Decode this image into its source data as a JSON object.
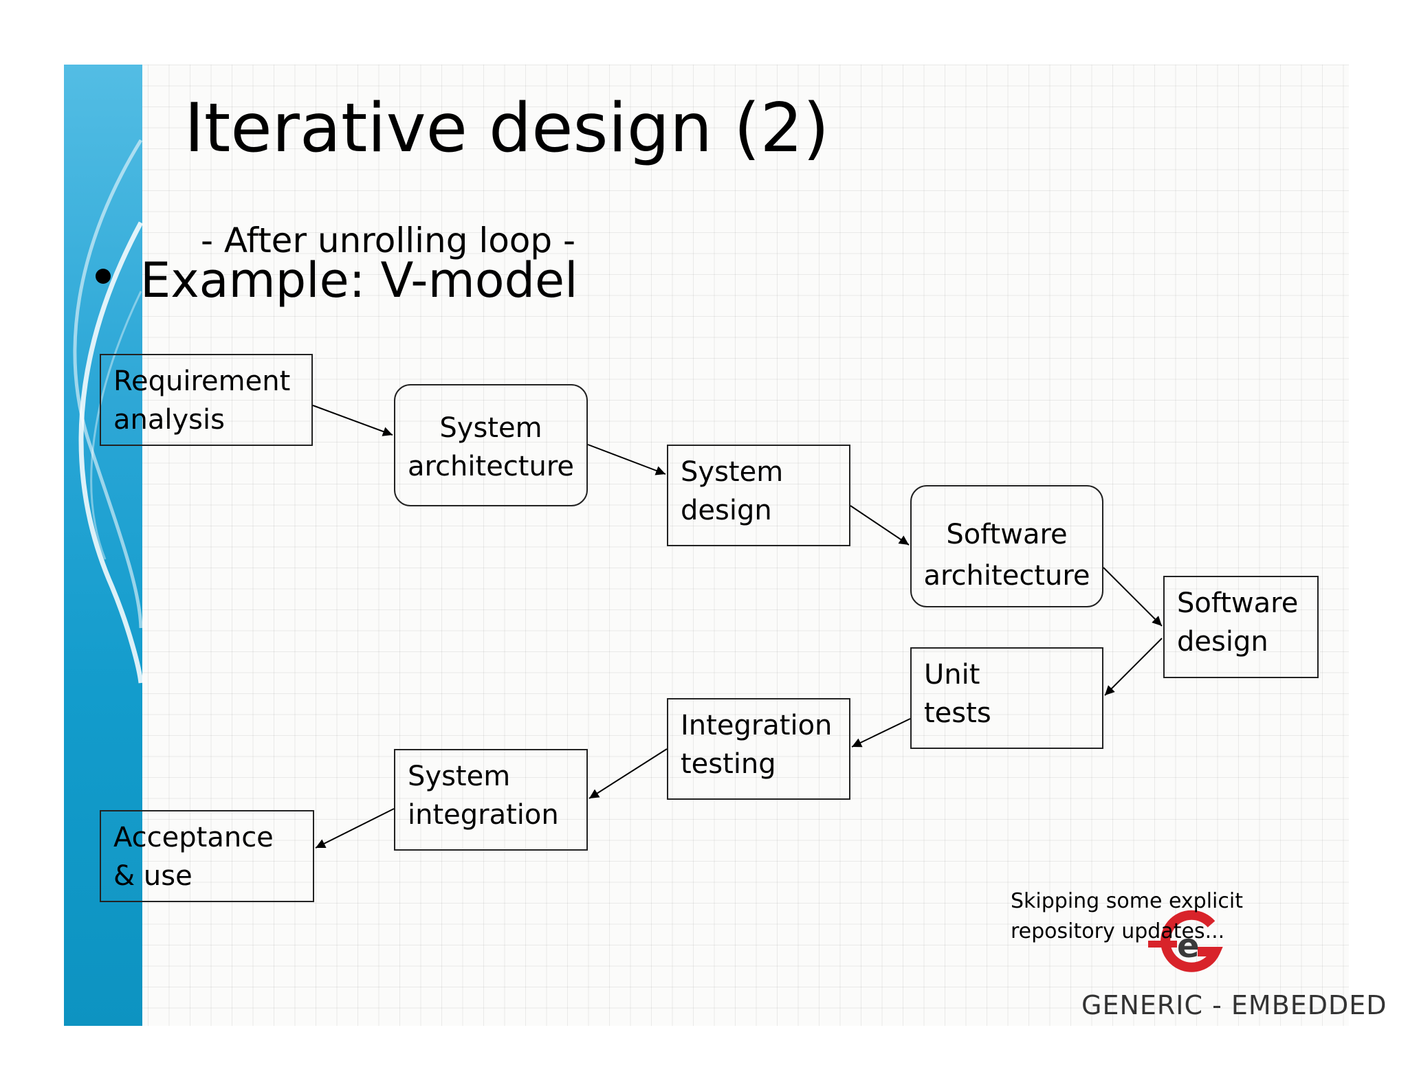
{
  "slide": {
    "title": "Iterative design (2)",
    "subtitle": "- After unrolling loop -",
    "bullet": "Example: V-model"
  },
  "diagram": {
    "nodes": [
      {
        "id": "requirement-analysis",
        "lines": [
          "Requirement",
          "analysis"
        ]
      },
      {
        "id": "system-architecture",
        "lines": [
          "System",
          "architecture"
        ]
      },
      {
        "id": "system-design",
        "lines": [
          "System",
          "design"
        ]
      },
      {
        "id": "software-architecture",
        "lines": [
          "Software",
          "architecture"
        ]
      },
      {
        "id": "software-design",
        "lines": [
          "Software",
          "design"
        ]
      },
      {
        "id": "unit-tests",
        "lines": [
          "Unit",
          "tests"
        ]
      },
      {
        "id": "integration-testing",
        "lines": [
          "Integration",
          "testing"
        ]
      },
      {
        "id": "system-integration",
        "lines": [
          "System",
          "integration"
        ]
      },
      {
        "id": "acceptance-use",
        "lines": [
          "Acceptance",
          "& use"
        ]
      }
    ],
    "edges": [
      [
        "requirement-analysis",
        "system-architecture"
      ],
      [
        "system-architecture",
        "system-design"
      ],
      [
        "system-design",
        "software-architecture"
      ],
      [
        "software-architecture",
        "software-design"
      ],
      [
        "software-design",
        "unit-tests"
      ],
      [
        "unit-tests",
        "integration-testing"
      ],
      [
        "integration-testing",
        "system-integration"
      ],
      [
        "system-integration",
        "acceptance-use"
      ]
    ]
  },
  "note": {
    "lines": [
      "Skipping some explicit",
      "repository updates..."
    ]
  },
  "logo": {
    "text": "GENERIC - EMBEDDED",
    "mark_letter": "e",
    "brand_color": "#d8232a"
  },
  "theme": {
    "side_band_color": "#1fa3d3",
    "grid_color": "#e6e6e6"
  }
}
